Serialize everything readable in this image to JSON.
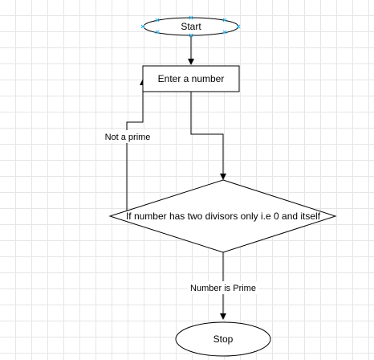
{
  "nodes": {
    "start": {
      "label": "Start",
      "shape": "ellipse",
      "selected": true
    },
    "input": {
      "label": "Enter a number",
      "shape": "rectangle"
    },
    "decision": {
      "label": "If number has two divisors only i.e 0 and itself",
      "shape": "diamond"
    },
    "stop": {
      "label": "Stop",
      "shape": "ellipse"
    }
  },
  "edges": {
    "not_prime": {
      "label": "Not a prime"
    },
    "is_prime": {
      "label": "Number is Prime"
    }
  },
  "colors": {
    "stroke": "#000000",
    "fill": "#ffffff",
    "grid": "#e6e6e6",
    "selection_handle": "#29b6f2"
  }
}
